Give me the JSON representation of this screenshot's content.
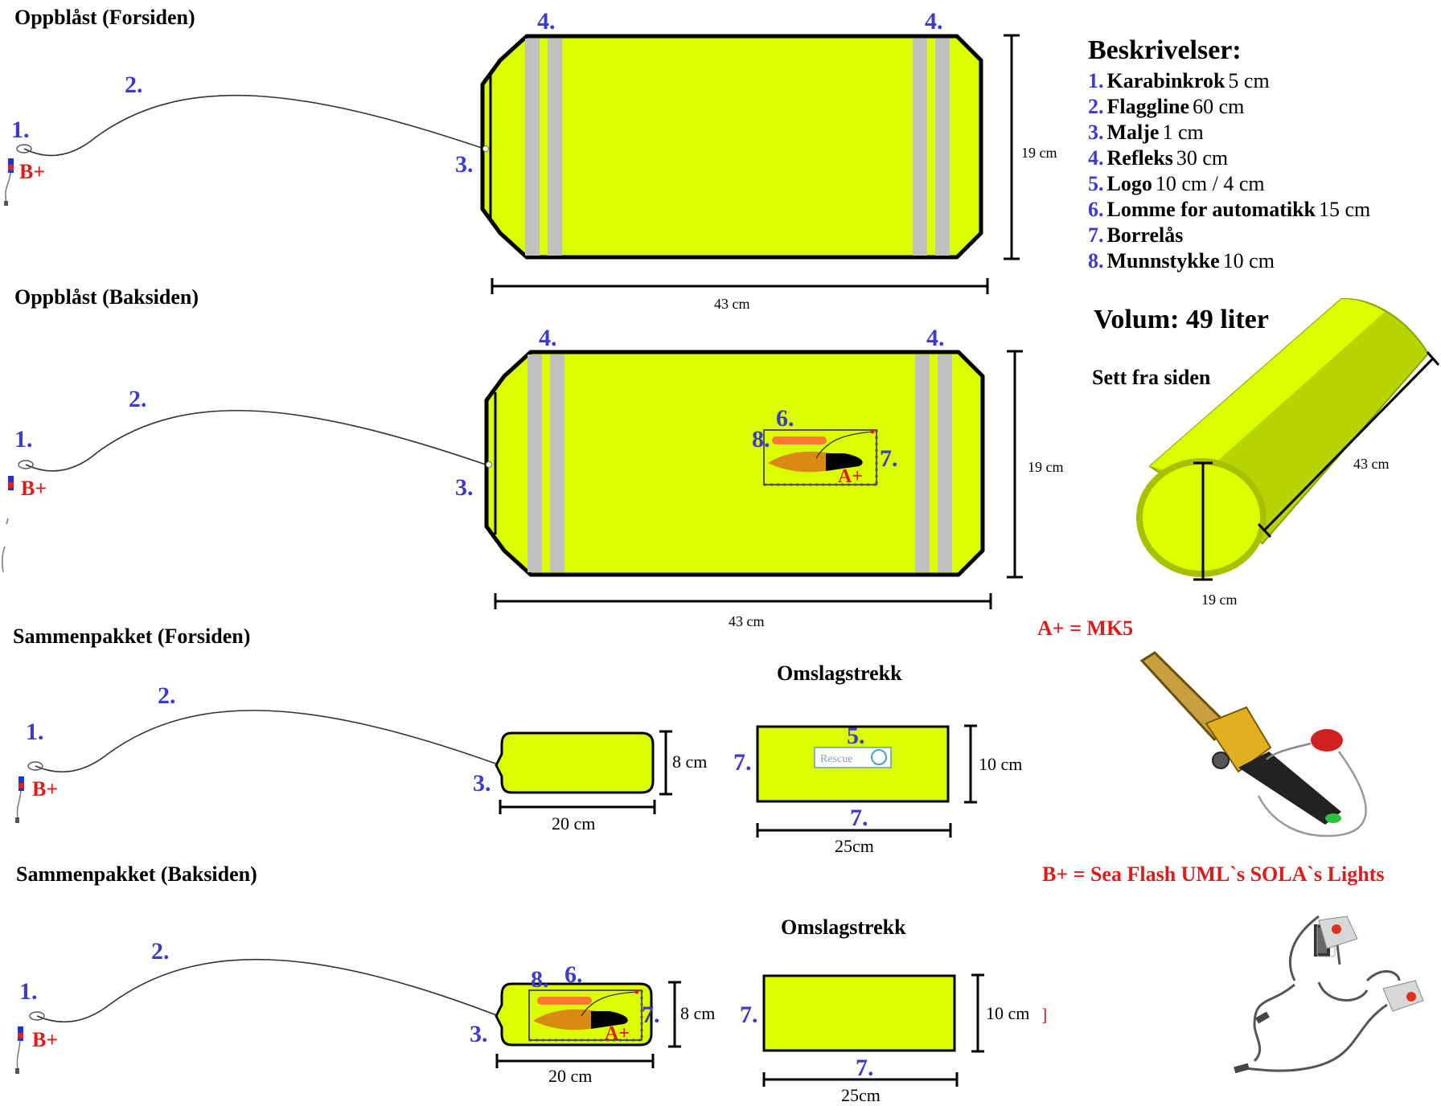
{
  "headings": {
    "front_inflated": "Oppblåst (Forsiden)",
    "back_inflated": "Oppblåst (Baksiden)",
    "front_packed": "Sammenpakket (Forsiden)",
    "back_packed": "Sammenpakket (Baksiden)"
  },
  "markers": {
    "m1": "1.",
    "m2": "2.",
    "m3": "3.",
    "m4": "4.",
    "m5": "5.",
    "m6": "6.",
    "m7": "7.",
    "m8": "8.",
    "a_plus": "A+",
    "b_plus": "B+"
  },
  "dimensions": {
    "d43": "43 cm",
    "d19": "19 cm",
    "d8": "8 cm",
    "d20": "20 cm",
    "d10": "10 cm",
    "d25": "25cm",
    "bracket": "]"
  },
  "descriptions": {
    "title": "Beskrivelser:",
    "items": [
      {
        "num": "1.",
        "name": "Karabinkrok",
        "size": "5 cm"
      },
      {
        "num": "2.",
        "name": "Flaggline",
        "size": "60 cm"
      },
      {
        "num": "3.",
        "name": "Malje",
        "size": "1 cm"
      },
      {
        "num": "4.",
        "name": "Refleks",
        "size": "30 cm"
      },
      {
        "num": "5.",
        "name": "Logo",
        "size": "10 cm / 4 cm"
      },
      {
        "num": "6.",
        "name": "Lomme for automatikk",
        "size": "15 cm"
      },
      {
        "num": "7.",
        "name": "Borrelås",
        "size": ""
      },
      {
        "num": "8.",
        "name": "Munnstykke",
        "size": "10 cm"
      }
    ]
  },
  "volume": "Volum: 49 liter",
  "side_view": "Sett fra siden",
  "cover_title": "Omslagstrekk",
  "logo_text": "Rescue",
  "legend": {
    "a": "A+ = MK5",
    "b": "B+ = Sea Flash UML`s SOLA`s Lights"
  },
  "colors": {
    "fabric": "#dcff00",
    "reflector": "#c0c0c0",
    "number_blue": "#3c3cc8",
    "label_red": "#e01b1b"
  }
}
